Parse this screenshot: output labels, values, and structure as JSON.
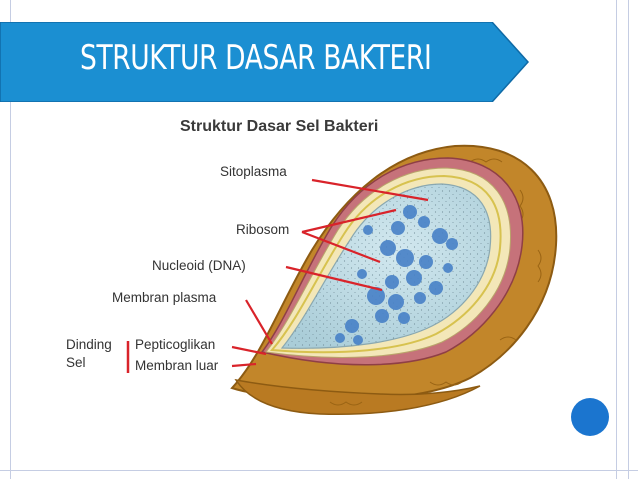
{
  "slide": {
    "title": "STRUKTUR DASAR BAKTERI",
    "accent_color": "#1b8fd2",
    "dot_color": "#1b75cf"
  },
  "diagram": {
    "title": "Struktur Dasar Sel Bakteri",
    "labels": {
      "sitoplasma": "Sitoplasma",
      "ribosom": "Ribosom",
      "nucleoid": "Nucleoid (DNA)",
      "membran_plasma": "Membran plasma",
      "dinding": "Dinding",
      "sel": "Sel",
      "pepticoglikan": "Pepticoglikan",
      "membran_luar": "Membran luar"
    },
    "pointer_color": "#d9232a"
  }
}
